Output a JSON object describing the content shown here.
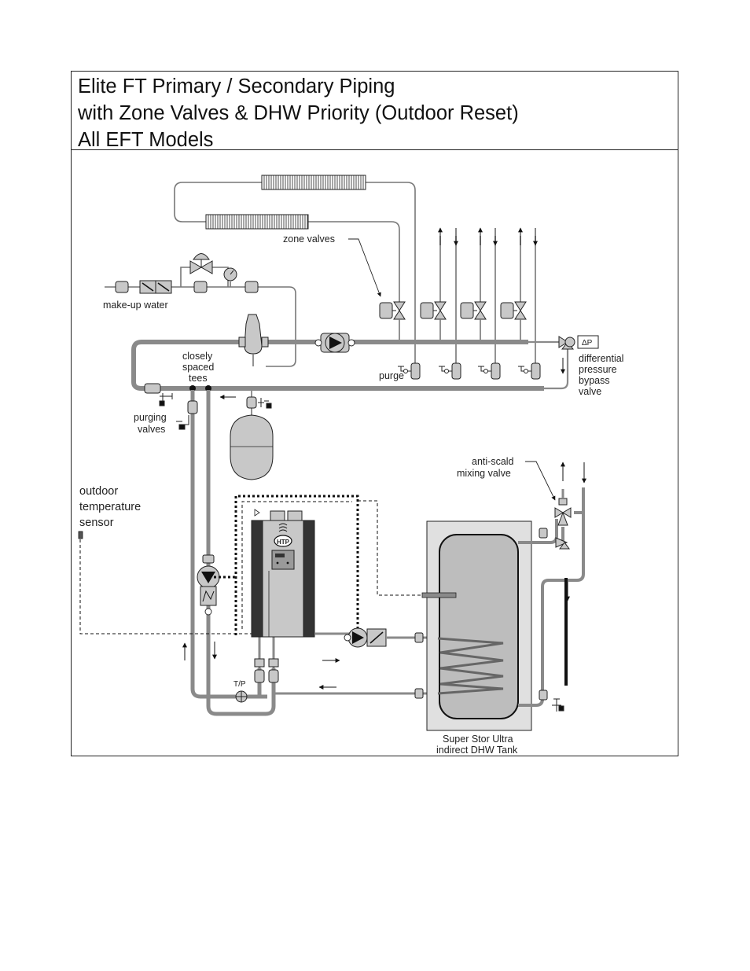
{
  "title": {
    "line1": "Elite FT Primary / Secondary Piping",
    "line2": "with Zone Valves & DHW Priority (Outdoor Reset)",
    "line3": "All EFT Models"
  },
  "labels": {
    "zone_valves": "zone valves",
    "make_up_water": "make-up water",
    "closely": "closely",
    "spaced": "spaced",
    "tees": "tees",
    "purge": "purge",
    "differential": "differential",
    "pressure": "pressure",
    "bypass": "bypass",
    "valve": "valve",
    "delta_p": "ΔP",
    "purging": "purging",
    "valves": "valves",
    "anti_scald": "anti-scald",
    "mixing_valve": "mixing valve",
    "outdoor": "outdoor",
    "temperature": "temperature",
    "sensor": "sensor",
    "tp": "T/P",
    "htp": "HTP",
    "tank_line1": "Super Stor Ultra",
    "tank_line2": "indirect DHW Tank"
  },
  "colors": {
    "pipe": "#8a8a8a",
    "pipe_dark": "#111111",
    "component_fill": "#c8c8c8",
    "tank_fill": "#bdbdbd",
    "outline": "#222222"
  }
}
